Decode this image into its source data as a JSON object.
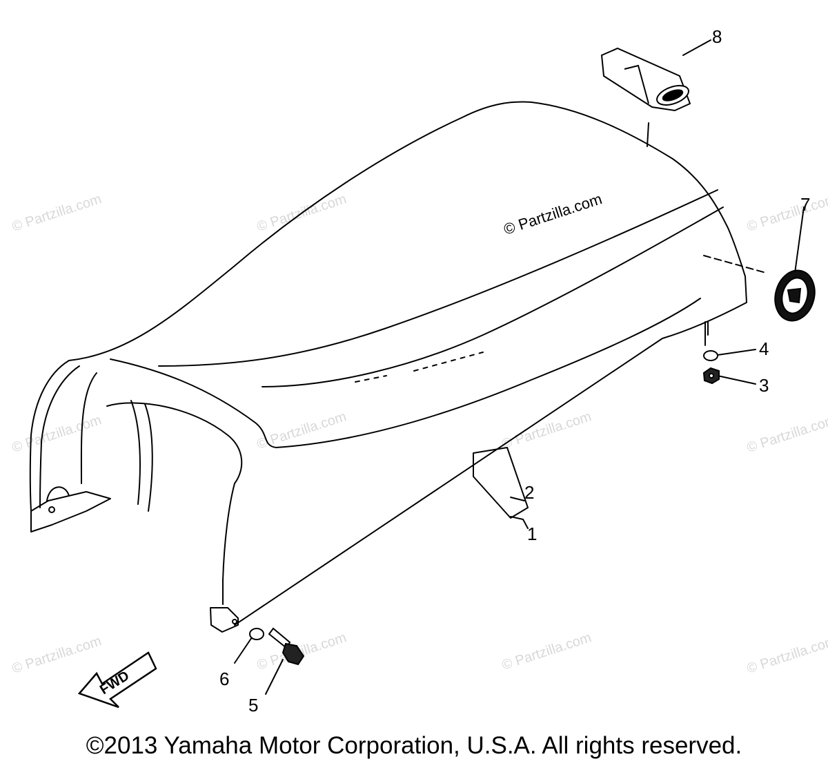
{
  "watermark": "© Partzilla.com",
  "fwd_label": "FWD",
  "parts": [
    {
      "id": "part-1",
      "number": "1"
    },
    {
      "id": "part-2",
      "number": "2"
    },
    {
      "id": "part-3",
      "number": "3"
    },
    {
      "id": "part-4",
      "number": "4"
    },
    {
      "id": "part-5",
      "number": "5"
    },
    {
      "id": "part-6",
      "number": "6"
    },
    {
      "id": "part-7",
      "number": "7"
    },
    {
      "id": "part-8",
      "number": "8"
    }
  ],
  "copyright": "©2013 Yamaha Motor Corporation, U.S.A. All rights reserved."
}
